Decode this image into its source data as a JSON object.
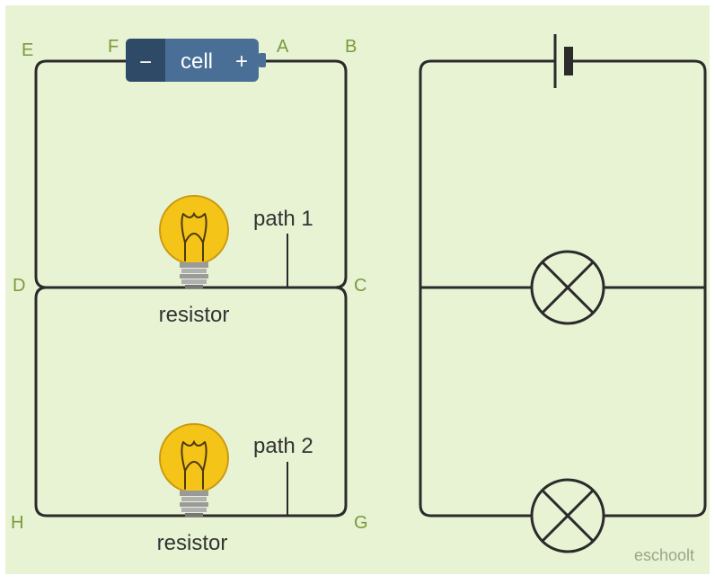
{
  "colors": {
    "background": "#e8f3d4",
    "wire": "#2b2b2b",
    "bulb": "#f5c419",
    "cell_dark": "#2f4a66",
    "cell_light": "#4a6f96",
    "label": "#7a9a3a"
  },
  "cell": {
    "minus": "−",
    "name": "cell",
    "plus": "+"
  },
  "nodes": {
    "E": "E",
    "F": "F",
    "A": "A",
    "B": "B",
    "D": "D",
    "C": "C",
    "H": "H",
    "G": "G"
  },
  "paths": {
    "path1": "path 1",
    "path2": "path 2"
  },
  "resistors": {
    "top": "resistor",
    "bottom": "resistor"
  },
  "watermark": "eschoolt",
  "icons": [
    "light-bulb-icon",
    "cell-battery-icon",
    "lamp-symbol-icon",
    "battery-symbol-icon"
  ]
}
